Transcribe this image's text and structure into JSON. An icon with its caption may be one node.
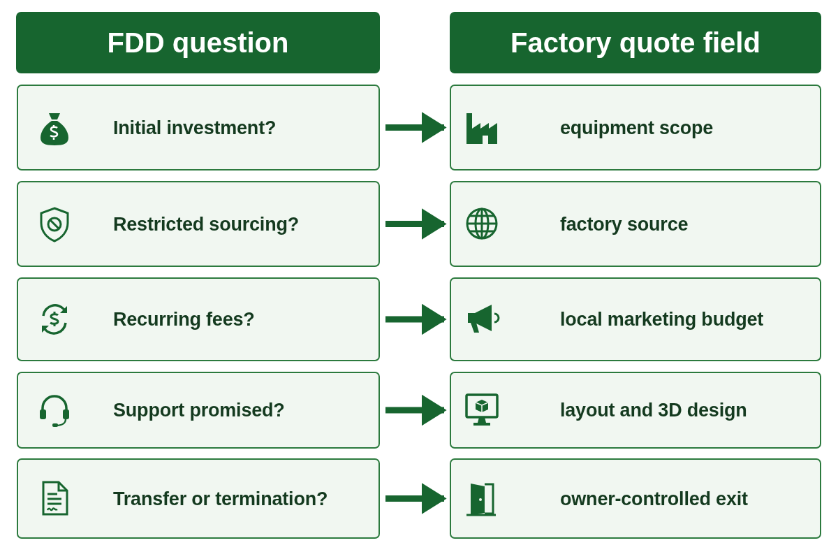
{
  "diagram": {
    "nodes": [
      {
        "text": [
          "FDD question"
        ]
      },
      {
        "text": [
          "Factory quote field"
        ]
      },
      {
        "text": [
          "Initial investment?"
        ]
      },
      {
        "text": [
          "equipment scope"
        ]
      },
      {
        "text": [
          "Restricted sourcing?"
        ]
      },
      {
        "text": [
          "factory source"
        ]
      },
      {
        "text": [
          "Recurring fees?"
        ]
      },
      {
        "text": [
          "local marketing budget"
        ]
      },
      {
        "text": [
          "Support promised?"
        ]
      },
      {
        "text": [
          "layout and 3D design"
        ]
      },
      {
        "text": [
          "Transfer or termination?"
        ]
      },
      {
        "text": [
          "owner-controlled exit"
        ]
      }
    ],
    "edges": [
      {
        "from": 2,
        "to": 3,
        "arrow": "to"
      },
      {
        "from": 4,
        "to": 5,
        "arrow": "to"
      },
      {
        "from": 6,
        "to": 7,
        "arrow": "to"
      },
      {
        "from": 8,
        "to": 9,
        "arrow": "to"
      },
      {
        "from": 10,
        "to": 11,
        "arrow": "to"
      }
    ]
  }
}
